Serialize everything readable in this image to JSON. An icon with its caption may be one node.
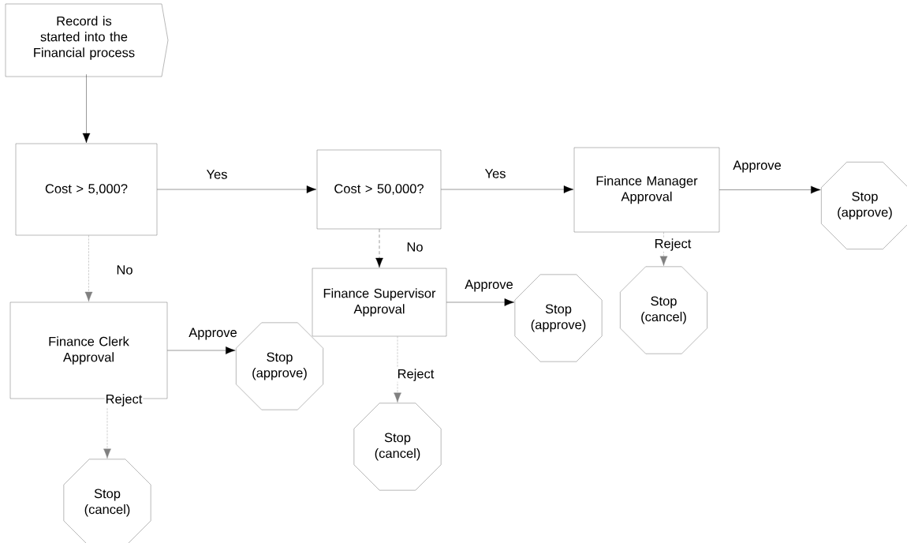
{
  "diagram": {
    "nodes": [
      {
        "text": [
          "Record is started into the Financial process"
        ]
      },
      {
        "text": [
          "Cost > 5,000?"
        ]
      },
      {
        "text": [
          "Cost > 50,000?"
        ]
      },
      {
        "text": [
          "Finance Manager Approval"
        ]
      },
      {
        "text": [
          "Stop (approve)"
        ]
      },
      {
        "text": [
          "Finance Supervisor Approval"
        ]
      },
      {
        "text": [
          "Stop (approve)"
        ]
      },
      {
        "text": [
          "Stop (cancel)"
        ]
      },
      {
        "text": [
          "Finance Clerk Approval"
        ]
      },
      {
        "text": [
          "Stop (approve)"
        ]
      },
      {
        "text": [
          "Stop (cancel)"
        ]
      },
      {
        "text": [
          "Stop (cancel)"
        ]
      }
    ],
    "edges": [
      {
        "from": 0,
        "to": 1,
        "arrow": "to"
      },
      {
        "from": 1,
        "to": 2,
        "arrow": "to",
        "label": "Yes"
      },
      {
        "from": 2,
        "to": 3,
        "arrow": "to",
        "label": "Yes"
      },
      {
        "from": 3,
        "to": 4,
        "arrow": "to",
        "label": "Approve"
      },
      {
        "from": 1,
        "to": 8,
        "arrow": "to",
        "label": "No",
        "style": "dashed",
        "color": "#808080"
      },
      {
        "from": 2,
        "to": 5,
        "arrow": "to",
        "label": "No",
        "style": "dashed"
      },
      {
        "from": 5,
        "to": 6,
        "arrow": "to",
        "label": "Approve"
      },
      {
        "from": 5,
        "to": 10,
        "arrow": "to",
        "label": "Reject",
        "style": "dashed",
        "color": "#808080"
      },
      {
        "from": 3,
        "to": 7,
        "arrow": "to",
        "label": "Reject",
        "style": "dashed",
        "color": "#808080"
      },
      {
        "from": 8,
        "to": 9,
        "arrow": "to",
        "label": "Approve"
      },
      {
        "from": 8,
        "to": 11,
        "arrow": "to",
        "label": "Reject",
        "style": "dashed",
        "color": "#808080"
      }
    ]
  }
}
